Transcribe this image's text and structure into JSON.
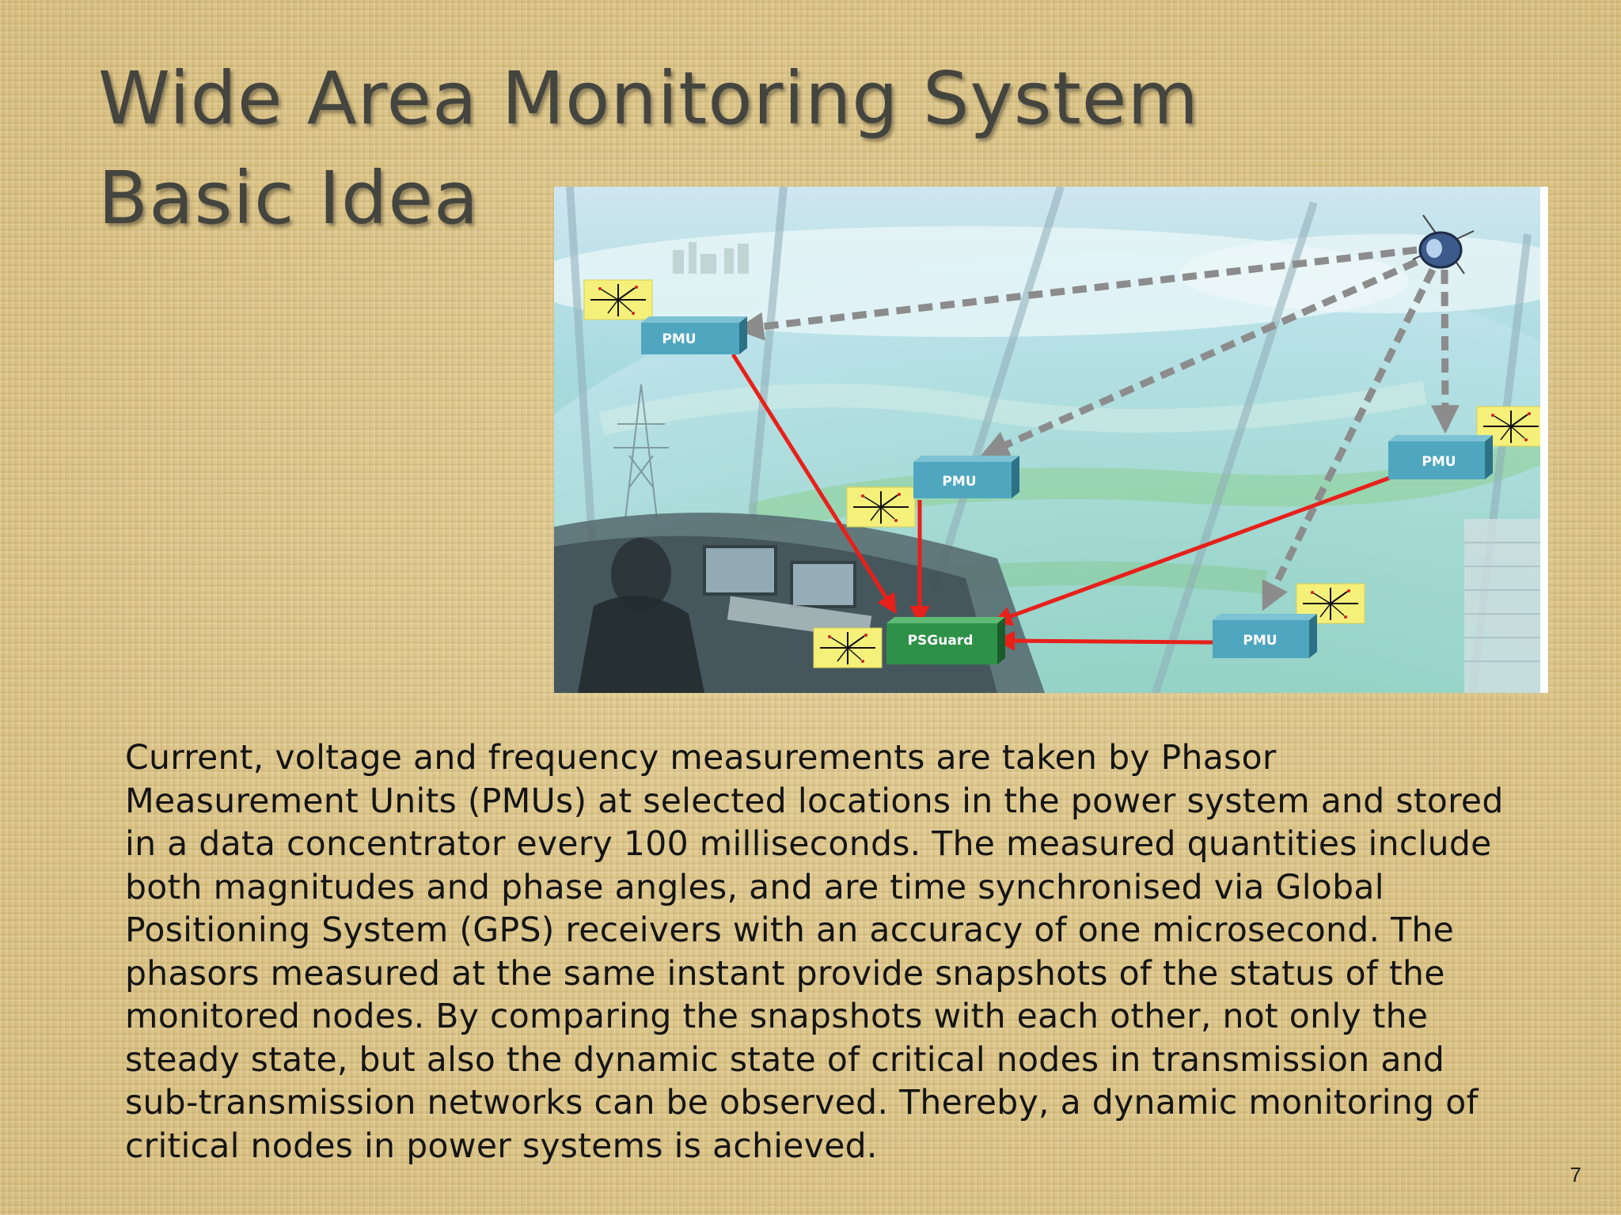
{
  "slide": {
    "title_line1": "Wide Area Monitoring System",
    "title_line2": "Basic Idea",
    "body": "Current, voltage and frequency measurements are taken by Phasor Measurement Units (PMUs) at selected locations in the power system and stored in a data concentrator every 100 milliseconds. The measured quantities include both magnitudes and phase angles, and are time synchronised via Global Positioning System (GPS) receivers with an accuracy of one microsecond. The phasors measured at the same instant provide snapshots of the status of the monitored nodes. By comparing the snapshots with each other, not only the steady state, but also the dynamic state of critical nodes in transmission and sub-transmission networks can be observed. Thereby, a dynamic monitoring of critical nodes in power systems is achieved.",
    "page_number": "7"
  },
  "diagram": {
    "nodes": {
      "pmu_top_left": "PMU",
      "pmu_center": "PMU",
      "pmu_right": "PMU",
      "pmu_bottom": "PMU",
      "concentrator": "PSGuard"
    },
    "icons": [
      "satellite-icon",
      "phasor-plot-icon"
    ],
    "colors": {
      "data_link": "#e8201a",
      "gps_link": "#8c8c8c",
      "pmu_box": "#4fa6bf",
      "psguard_box": "#2e9148"
    }
  }
}
